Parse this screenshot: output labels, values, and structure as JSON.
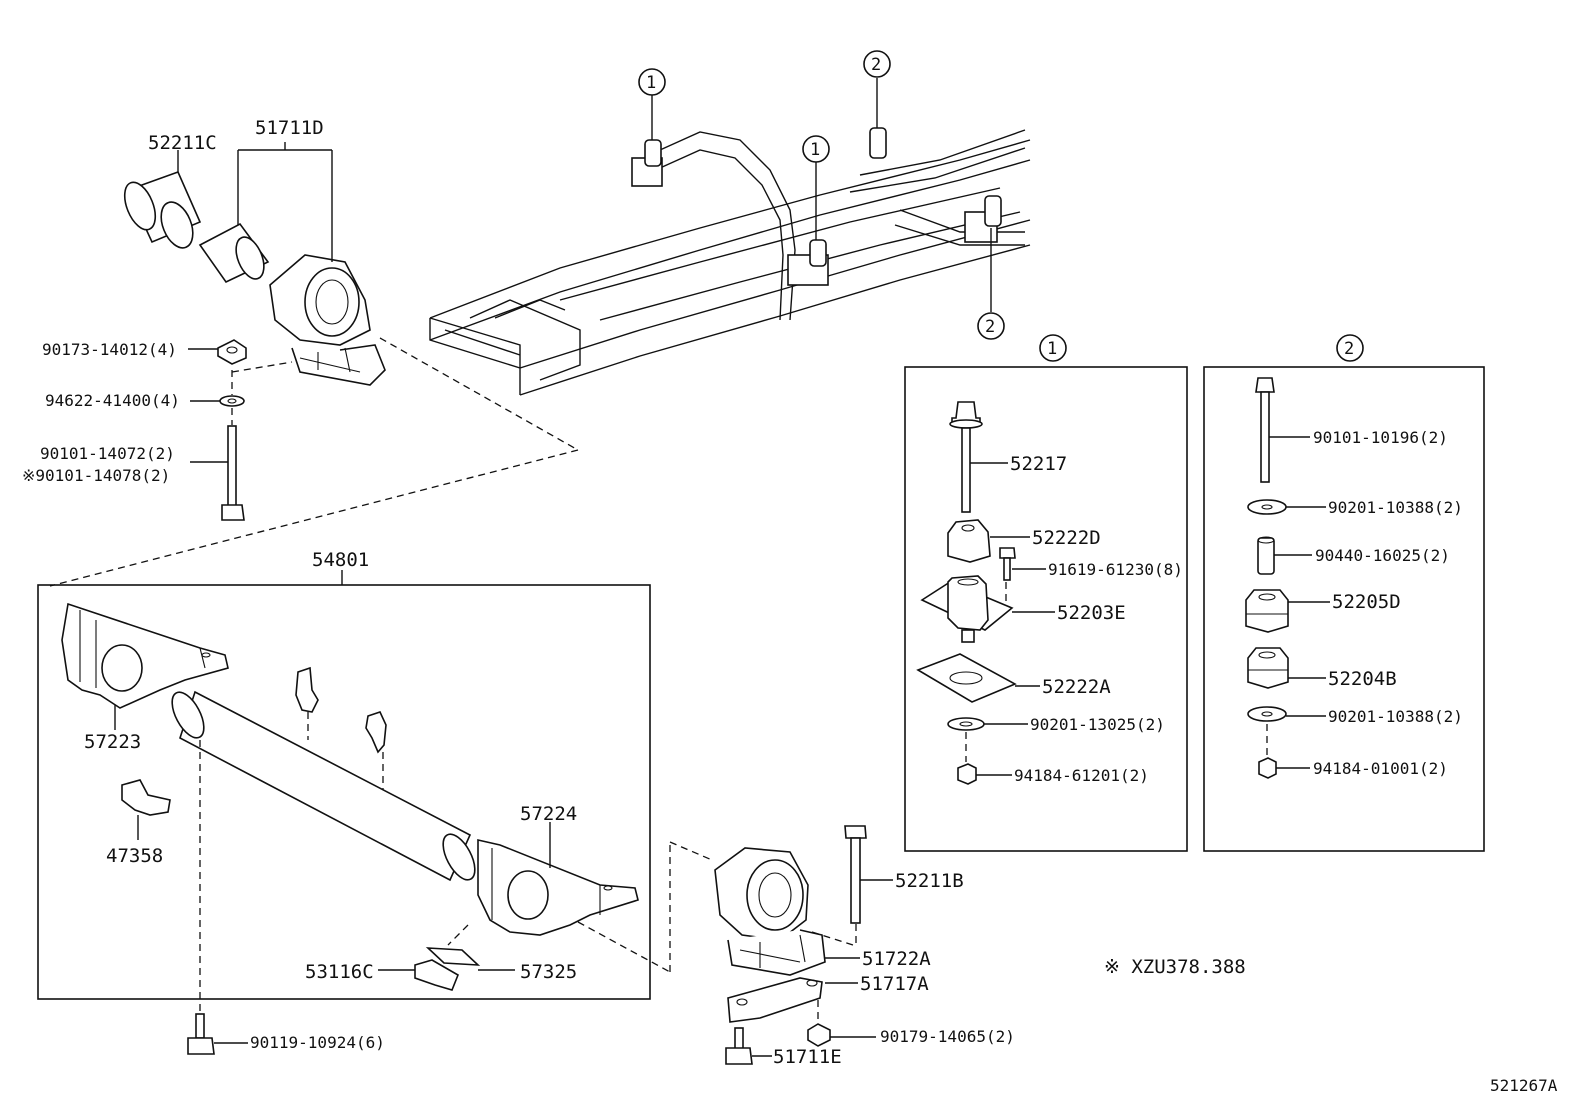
{
  "diagram_id": "521267A",
  "footnote": "※ XZU378.388",
  "callout_1": "1",
  "callout_2": "2",
  "parts": {
    "p52211C": "52211C",
    "p51711D": "51711D",
    "p90173": "90173-14012(4)",
    "p94622": "94622-41400(4)",
    "p90101_14072": "90101-14072(2)",
    "p90101_14078": "※90101-14078(2)",
    "p54801": "54801",
    "p57223": "57223",
    "p47358": "47358",
    "p57224": "57224",
    "p53116C": "53116C",
    "p57325": "57325",
    "p90119": "90119-10924(6)",
    "p52211B": "52211B",
    "p51722A": "51722A",
    "p51717A": "51717A",
    "p90179": "90179-14065(2)",
    "p51711E": "51711E",
    "p52217": "52217",
    "p52222D": "52222D",
    "p91619": "91619-61230(8)",
    "p52203E": "52203E",
    "p52222A": "52222A",
    "p90201_13025": "90201-13025(2)",
    "p94184_61201": "94184-61201(2)",
    "p90101_10196": "90101-10196(2)",
    "p90201_10388a": "90201-10388(2)",
    "p90440": "90440-16025(2)",
    "p52205D": "52205D",
    "p52204B": "52204B",
    "p90201_10388b": "90201-10388(2)",
    "p94184_01001": "94184-01001(2)"
  }
}
